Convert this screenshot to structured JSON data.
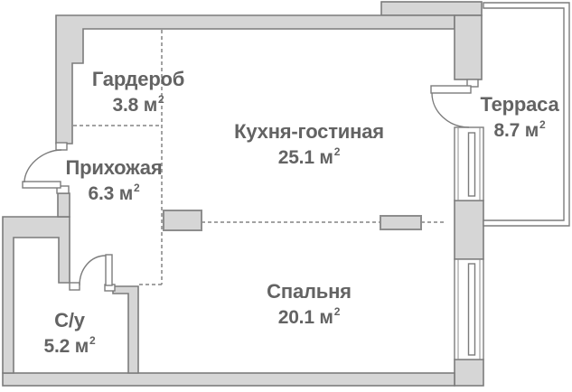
{
  "rooms": [
    {
      "id": "wardrobe",
      "name": "Гардероб",
      "area": "3.8 м",
      "sup": "2"
    },
    {
      "id": "hallway",
      "name": "Прихожая",
      "area": "6.3 м",
      "sup": "2"
    },
    {
      "id": "kitchen",
      "name": "Кухня-гостиная",
      "area": "25.1 м",
      "sup": "2"
    },
    {
      "id": "terrace",
      "name": "Терраса",
      "area": "8.7 м",
      "sup": "2"
    },
    {
      "id": "bedroom",
      "name": "Спальня",
      "area": "20.1 м",
      "sup": "2"
    },
    {
      "id": "bathroom",
      "name": "С/у",
      "area": "5.2 м",
      "sup": "2"
    }
  ],
  "colors": {
    "wall_fill": "#d6d6d6",
    "wall_stroke": "#7c7c7c",
    "block_stroke": "#8d8d8d",
    "dash": "#848484",
    "text": "#636363",
    "bg": "#ffffff"
  }
}
